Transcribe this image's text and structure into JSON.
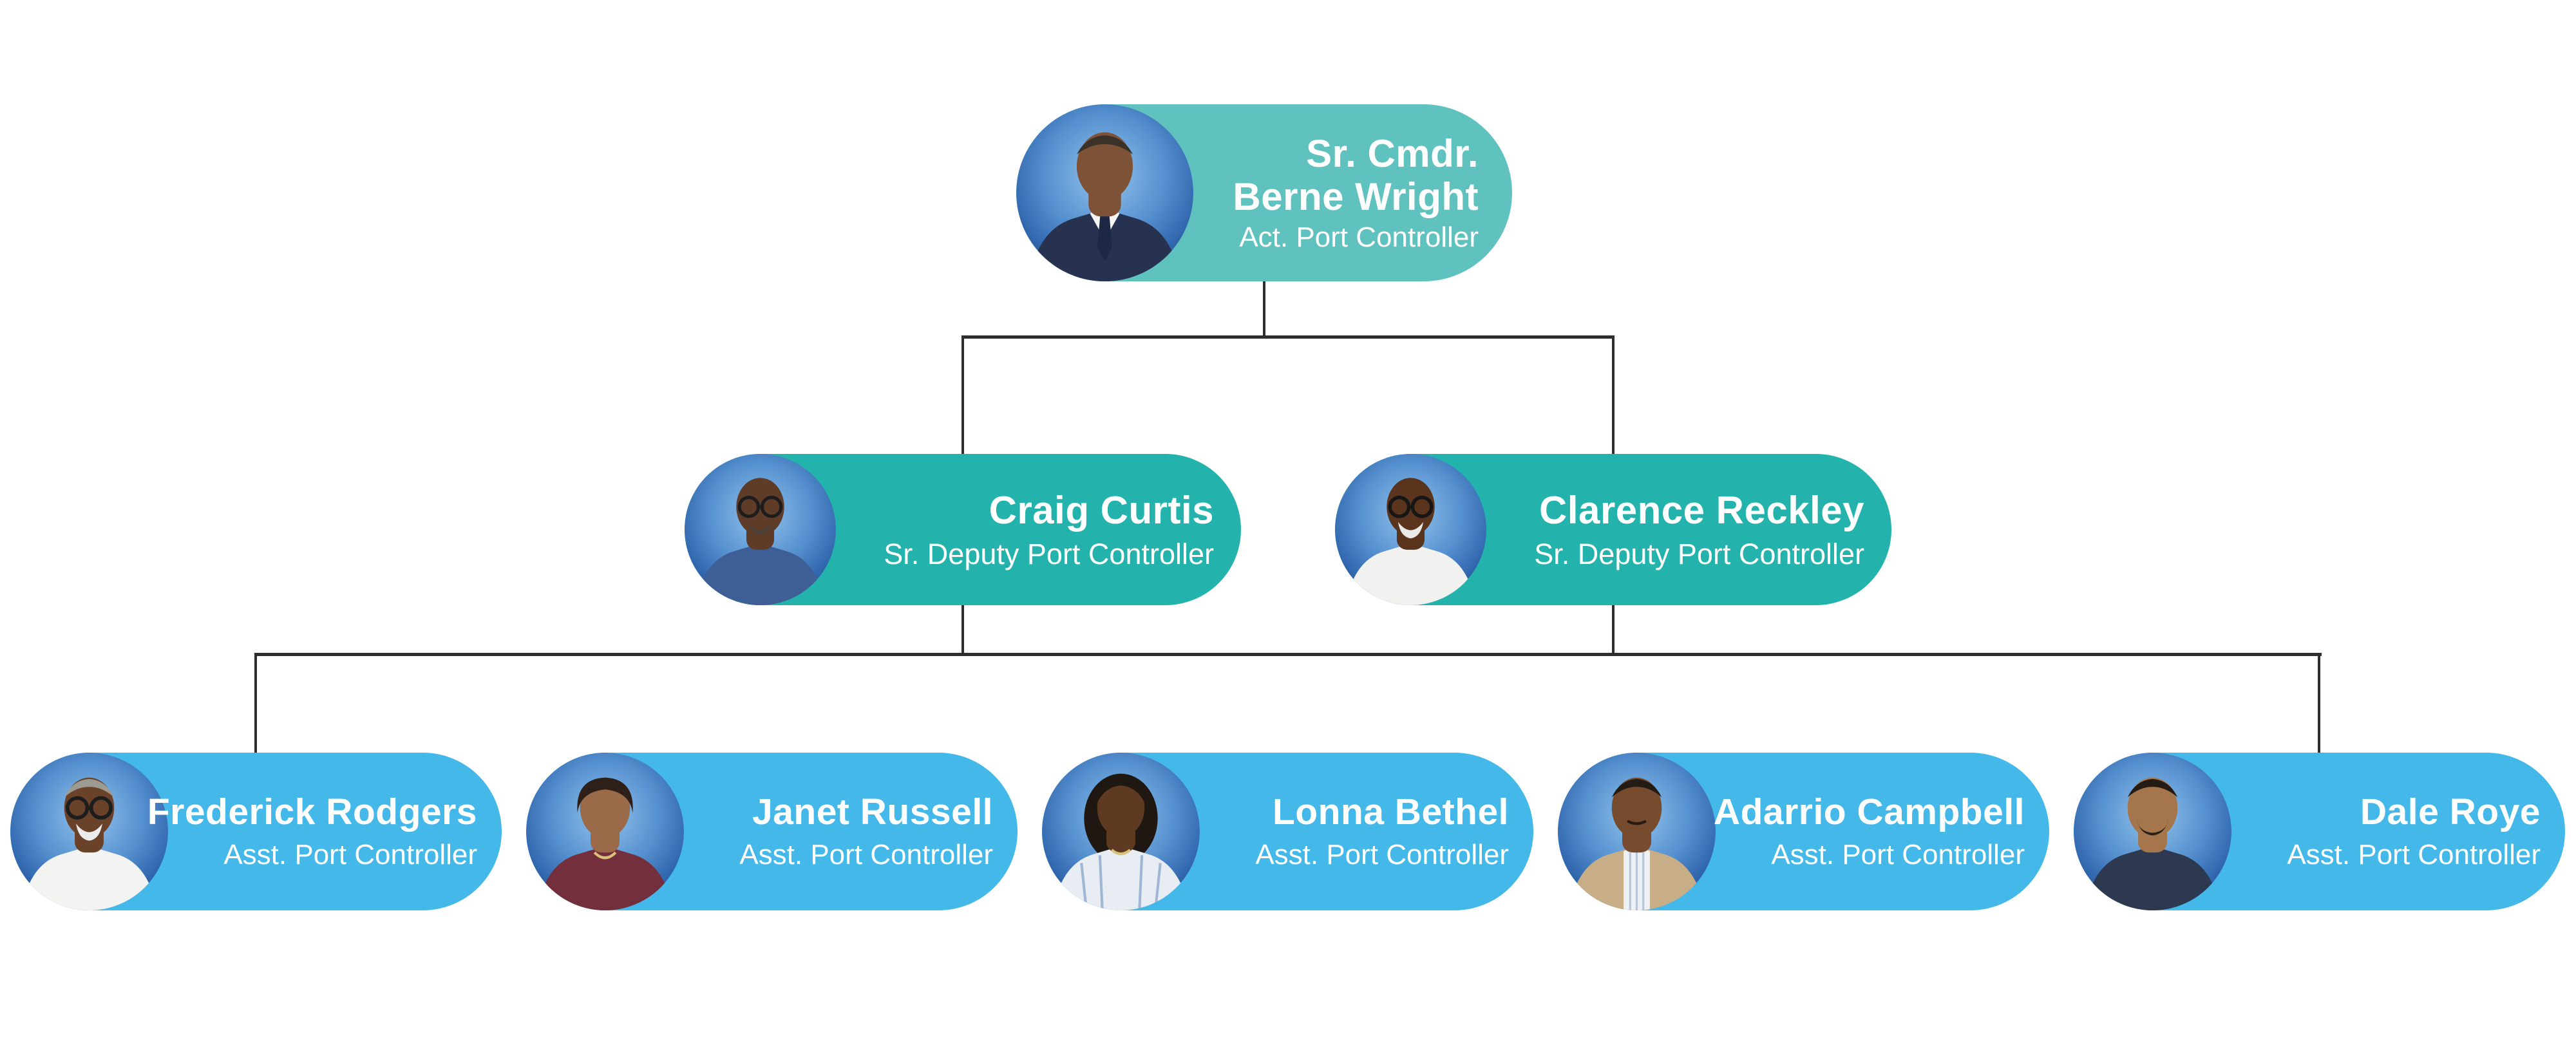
{
  "chart": {
    "type": "org-chart",
    "colors": {
      "level1_card": "#60c2bf",
      "level2_card": "#23b3ac",
      "level3_card": "#44b9e9",
      "connector": "#2e2e2e",
      "text": "#ffffff"
    },
    "nodes": [
      {
        "name": "Sr. Cmdr. Berne Wright",
        "name_line1": "Sr. Cmdr.",
        "name_line2": "Berne Wright",
        "role": "Act. Port Controller",
        "level": 1,
        "avatar": {
          "shirt": "#273251",
          "skin": "#7d5236",
          "hair": "#3a3129"
        }
      },
      {
        "name": "Craig Curtis",
        "role": "Sr. Deputy Port Controller",
        "level": 2,
        "avatar": {
          "shirt": "#3d5f95",
          "skin": "#5f3c28",
          "hair": "#4a4038"
        }
      },
      {
        "name": "Clarence Reckley",
        "role": "Sr. Deputy Port Controller",
        "level": 2,
        "avatar": {
          "shirt": "#f1f1ef",
          "skin": "#5a341c",
          "hair": "#55493f"
        }
      },
      {
        "name": "Frederick Rodgers",
        "role": "Asst. Port Controller",
        "level": 3,
        "avatar": {
          "shirt": "#f3f3f1",
          "skin": "#6a4229",
          "hair": "#9b9b94"
        }
      },
      {
        "name": "Janet Russell",
        "role": "Asst. Port Controller",
        "level": 3,
        "avatar": {
          "shirt": "#73303c",
          "skin": "#9a6a49",
          "hair": "#2e2018"
        }
      },
      {
        "name": "Lonna Bethel",
        "role": "Asst. Port Controller",
        "level": 3,
        "avatar": {
          "shirt": "#e8edf4",
          "skin": "#5e3a22",
          "hair": "#1f1711"
        }
      },
      {
        "name": "Adarrio Campbell",
        "role": "Asst. Port Controller",
        "level": 3,
        "avatar": {
          "shirt": "#c7ae87",
          "skin": "#774c2e",
          "hair": "#241b14"
        }
      },
      {
        "name": "Dale Roye",
        "role": "Asst. Port Controller",
        "level": 3,
        "avatar": {
          "shirt": "#2c3950",
          "skin": "#a5754b",
          "hair": "#241b14"
        }
      }
    ]
  }
}
